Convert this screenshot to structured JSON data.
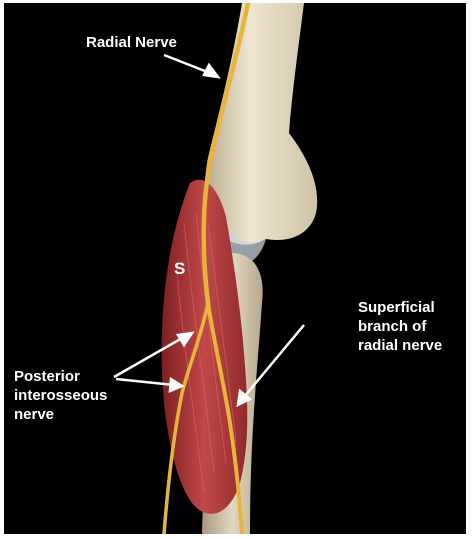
{
  "labels": {
    "radial_nerve": "Radial Nerve",
    "superficial_branch": "Superficial\nbranch of\nradial nerve",
    "posterior_interosseous": "Posterior\ninterosseous\nnerve",
    "muscle": "S"
  },
  "colors": {
    "background": "#000000",
    "bone": "#e6dcc8",
    "muscle": "#b83a3a",
    "nerve": "#e8b43a",
    "label_text": "#ffffff"
  }
}
